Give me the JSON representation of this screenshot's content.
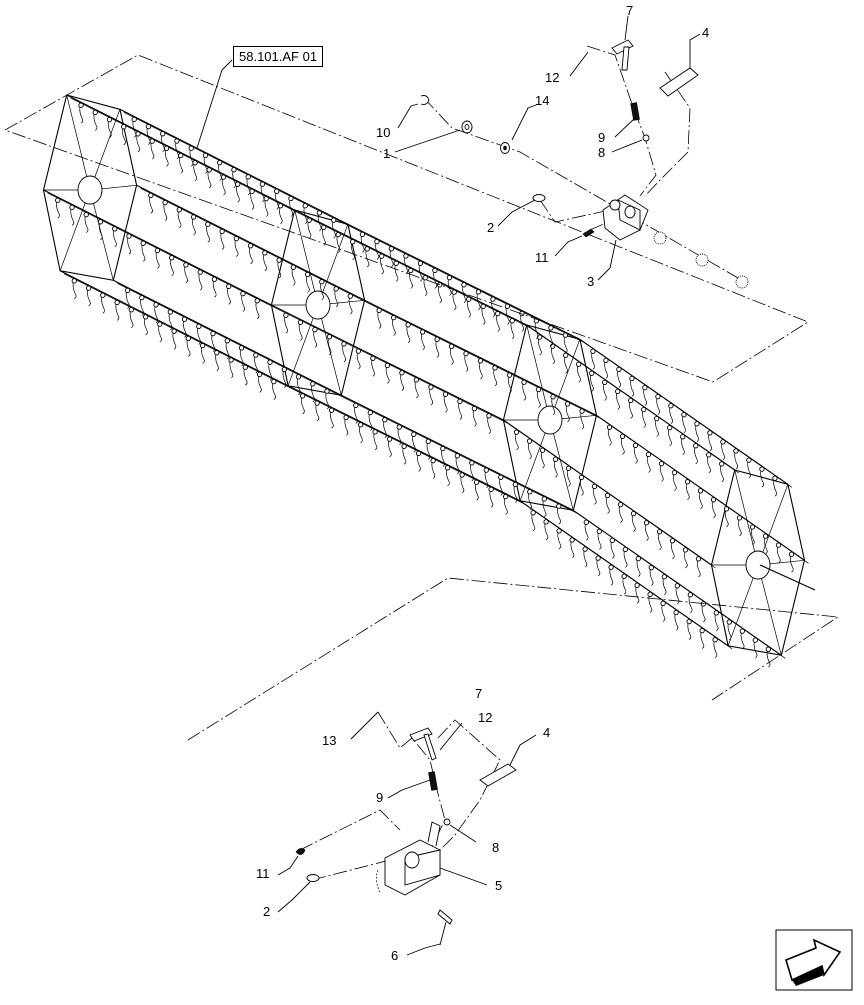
{
  "reference_label": "58.101.AF 01",
  "callouts": [
    "1",
    "2",
    "3",
    "4",
    "5",
    "6",
    "7",
    "8",
    "9",
    "10",
    "11",
    "12",
    "13",
    "14"
  ],
  "upper_assembly_labels": [
    "7",
    "4",
    "12",
    "14",
    "10",
    "1",
    "9",
    "8",
    "2",
    "11",
    "3"
  ],
  "lower_assembly_labels": [
    "7",
    "13",
    "12",
    "4",
    "9",
    "8",
    "11",
    "5",
    "2",
    "6"
  ],
  "nav_icon": "next-page-arrow-icon"
}
